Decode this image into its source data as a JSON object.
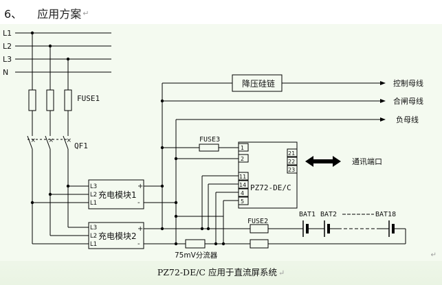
{
  "heading": {
    "number": "6、",
    "title": "应用方案",
    "para_mark": "↵"
  },
  "buses": [
    "L1",
    "L2",
    "L3",
    "N"
  ],
  "fuse1_label": "FUSE1",
  "qf1_label": "QF1",
  "step_down_label": "降压硅链",
  "outputs": {
    "control_bus": "控制母线",
    "closing_bus": "合闸母线",
    "load_bus": "负母线"
  },
  "fuse3_label": "FUSE3",
  "fuse2_label": "FUSE2",
  "controller": {
    "label": "PZ72-DE/C",
    "pins_left_top": [
      "1",
      "2"
    ],
    "pins_left_bottom": [
      "11",
      "14",
      "4",
      "5"
    ],
    "pins_right": [
      "21",
      "22",
      "23"
    ]
  },
  "comm_port_label": "通讯端口",
  "charger_modules": [
    {
      "label": "充电模块1",
      "inputs": [
        "L3",
        "L2",
        "L1"
      ],
      "plus": "+",
      "minus": "-"
    },
    {
      "label": "充电模块2",
      "inputs": [
        "L3",
        "L2",
        "L1"
      ],
      "plus": "+",
      "minus": "-"
    }
  ],
  "batteries": [
    "BAT1",
    "BAT2",
    "BAT18"
  ],
  "shunt_label": "75mV分流器",
  "caption": "PZ72-DE/C 应用于直流屏系统",
  "caption_mark": "↵",
  "corner_mark": "↵"
}
